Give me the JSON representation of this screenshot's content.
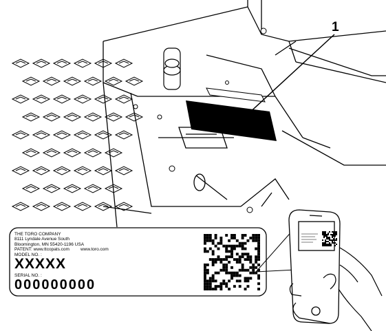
{
  "callout": {
    "number": "1"
  },
  "serial_label": {
    "company": "THE TORO COMPANY",
    "address_line1": "8111 Lyndale Avenue South",
    "address_line2": "Bloomington, MN 55420-1196 USA",
    "patent_prefix": "PATENT: www.ttcopats.com",
    "website": "www.toro.com",
    "model_caption": "MODEL NO. :",
    "model_value": "XXXXX",
    "serial_caption": "SERIAL NO. :",
    "serial_value": "000000000"
  },
  "colors": {
    "line": "#000000",
    "background": "#ffffff",
    "label_fill": "#000000"
  },
  "icons": [
    "qr-code-icon",
    "smartphone-icon",
    "hand-icon"
  ]
}
